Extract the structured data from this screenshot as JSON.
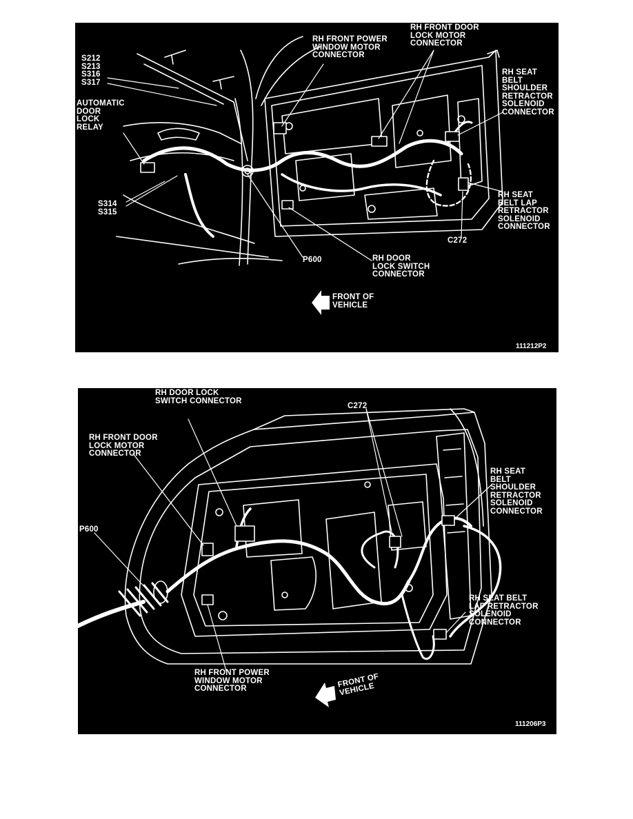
{
  "top_diagram": {
    "labels": {
      "splices": "S212\nS213\nS316\nS317",
      "auto_relay": "AUTOMATIC\nDOOR\nLOCK\nRELAY",
      "window_motor": "RH FRONT POWER\nWINDOW MOTOR\nCONNECTOR",
      "lock_motor": "RH FRONT DOOR\nLOCK MOTOR\nCONNECTOR",
      "shoulder_solenoid": "RH SEAT\nBELT\nSHOULDER\nRETRACTOR\nSOLENOID\nCONNECTOR",
      "lap_solenoid": "RH SEAT\nBELT LAP\nRETRACTOR\nSOLENOID\nCONNECTOR",
      "splices_2": "S314\nS315",
      "c272": "C272",
      "p600": "P600",
      "lock_switch": "RH DOOR\nLOCK SWITCH\nCONNECTOR",
      "front_of_vehicle": "FRONT OF\nVEHICLE"
    },
    "figure_code": "111212P2"
  },
  "bottom_diagram": {
    "labels": {
      "lock_switch": "RH DOOR LOCK\nSWITCH CONNECTOR",
      "c272": "C272",
      "lock_motor": "RH FRONT DOOR\nLOCK MOTOR\nCONNECTOR",
      "shoulder_solenoid": "RH SEAT\nBELT\nSHOULDER\nRETRACTOR\nSOLENOID\nCONNECTOR",
      "p600": "P600",
      "lap_solenoid": "RH SEAT BELT\nLAP RETRACTOR\nSOLENOID\nCONNECTOR",
      "window_motor": "RH FRONT POWER\nWINDOW MOTOR\nCONNECTOR",
      "front_of_vehicle": "FRONT OF\nVEHICLE"
    },
    "figure_code": "111206P3"
  }
}
